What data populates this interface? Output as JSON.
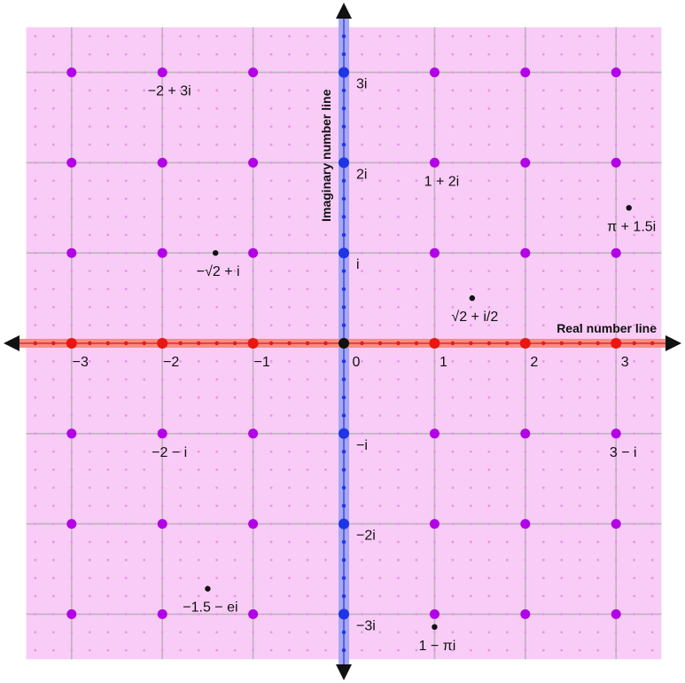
{
  "chart_data": {
    "type": "scatter",
    "xlim": [
      -3.5,
      3.5
    ],
    "ylim": [
      -3.5,
      3.5
    ],
    "grid": true,
    "real_axis_title": "Real number line",
    "imag_axis_title": "Imaginary number line",
    "real_tick_labels": [
      {
        "v": -3,
        "text": "−3"
      },
      {
        "v": -2,
        "text": "−2"
      },
      {
        "v": -1,
        "text": "−1"
      },
      {
        "v": 0,
        "text": "0"
      },
      {
        "v": 1,
        "text": "1"
      },
      {
        "v": 2,
        "text": "2"
      },
      {
        "v": 3,
        "text": "3"
      }
    ],
    "imag_tick_labels": [
      {
        "v": 3,
        "text": "3i"
      },
      {
        "v": 2,
        "text": "2i"
      },
      {
        "v": 1,
        "text": "i"
      },
      {
        "v": -1,
        "text": "−i"
      },
      {
        "v": -2,
        "text": "−2i"
      },
      {
        "v": -3,
        "text": "−3i"
      }
    ],
    "grid_point_labels": [
      {
        "x": -2,
        "y": 3,
        "text": "−2 + 3i"
      },
      {
        "x": 1,
        "y": 2,
        "text": "1 + 2i"
      },
      {
        "x": -2,
        "y": -1,
        "text": "−2 − i"
      },
      {
        "x": 3,
        "y": -1,
        "text": "3 − i"
      }
    ],
    "special_points": [
      {
        "x": 3.1416,
        "y": 1.5,
        "text": "π + 1.5i"
      },
      {
        "x": -1.4142,
        "y": 1,
        "text": "−√2 + i"
      },
      {
        "x": 1.4142,
        "y": 0.5,
        "text": "√2 + i/2"
      },
      {
        "x": -1.5,
        "y": -2.7183,
        "text": "−1.5 − ei"
      },
      {
        "x": 1,
        "y": -3.1416,
        "text": "1 − πi"
      }
    ],
    "colors": {
      "background": "#f8ccf6",
      "minor_dot": "#e796e6",
      "grid_line": "#bdb2bd",
      "lattice_point": "#b300e6",
      "real_axis": "#e8170f",
      "real_band": "#f58c85",
      "imag_axis": "#1e35e6",
      "imag_band": "#a7a7f2",
      "origin": "#111111",
      "axis_arrow": "#111111"
    }
  }
}
